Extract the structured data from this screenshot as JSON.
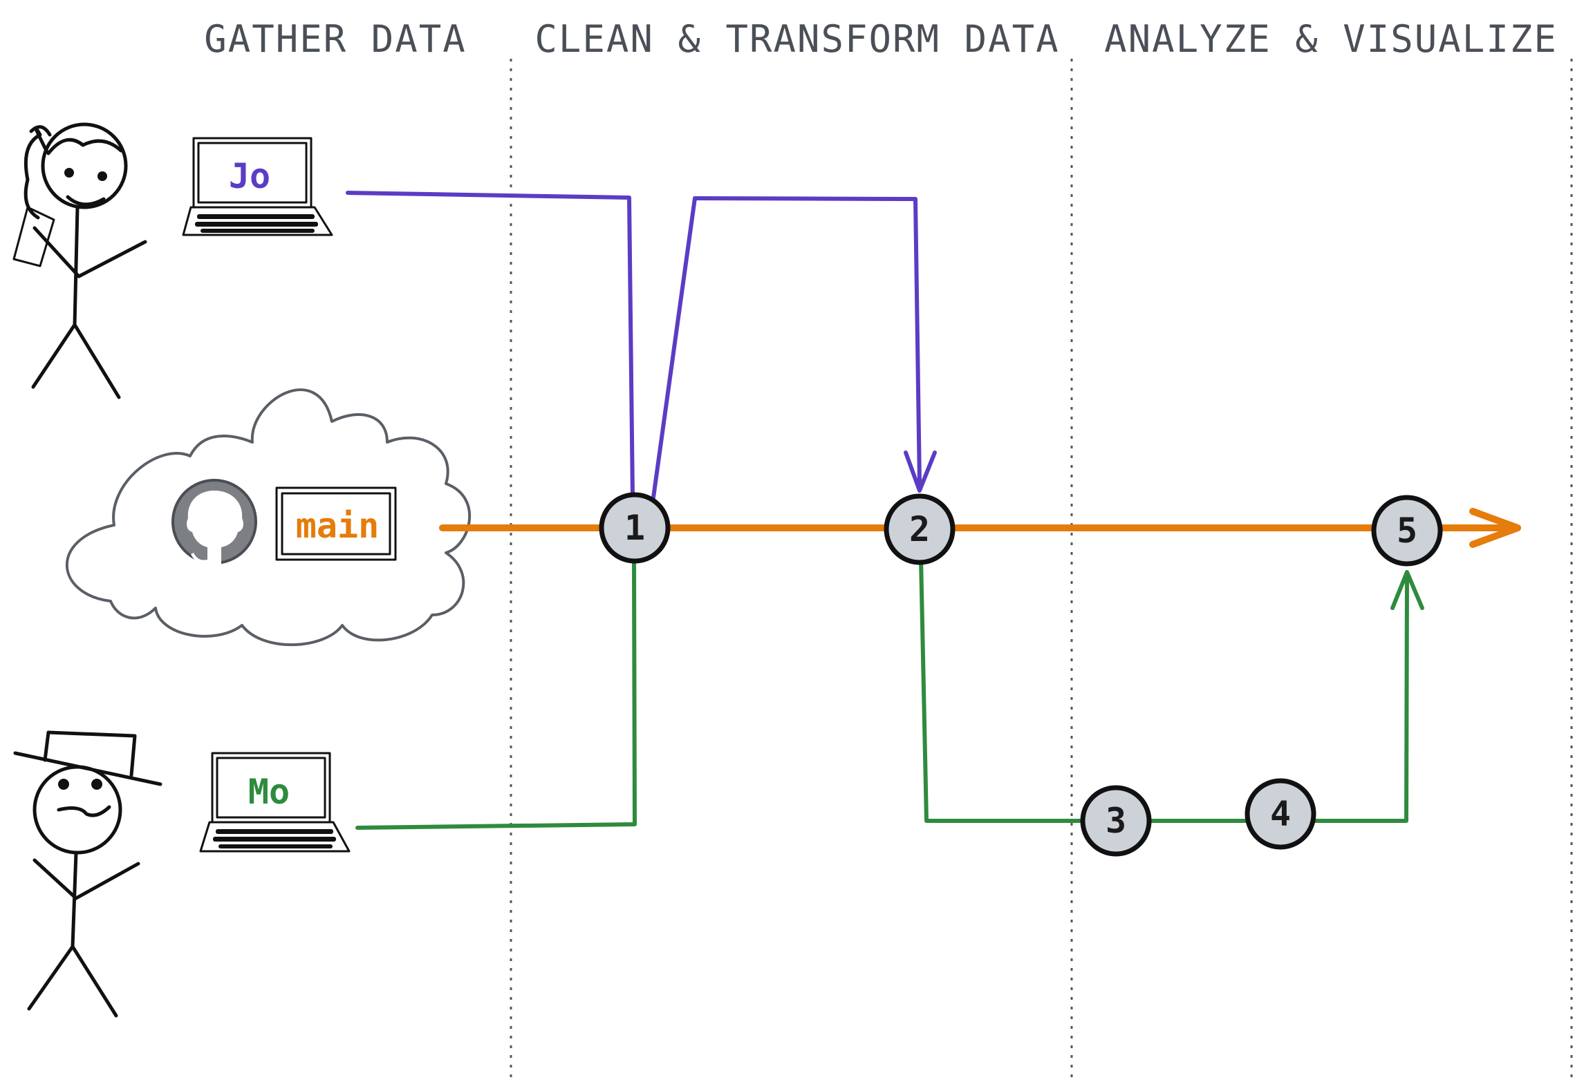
{
  "phases": [
    {
      "label": "GATHER DATA"
    },
    {
      "label": "CLEAN & TRANSFORM DATA"
    },
    {
      "label": "ANALYZE & VISUALIZE"
    }
  ],
  "people": {
    "jo": {
      "laptop_label": "Jo",
      "color": "#5b3cc4"
    },
    "mo": {
      "laptop_label": "Mo",
      "color": "#2e8b3e"
    }
  },
  "remote": {
    "branch_label": "main",
    "branch_color": "#e57c0b",
    "icon": "github-icon"
  },
  "commits": [
    {
      "label": "1"
    },
    {
      "label": "2"
    },
    {
      "label": "3"
    },
    {
      "label": "4"
    },
    {
      "label": "5"
    }
  ]
}
